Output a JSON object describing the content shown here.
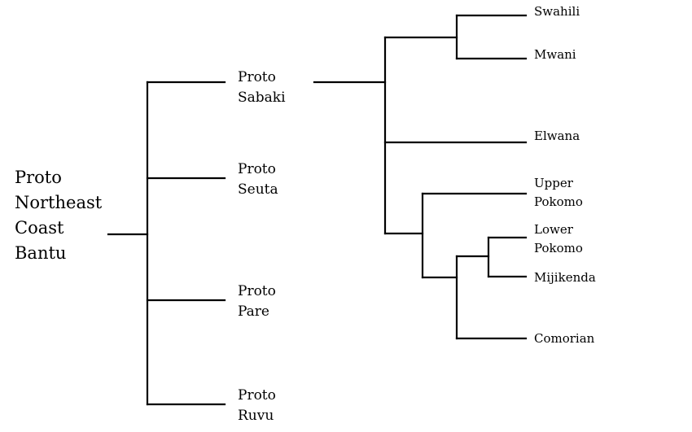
{
  "diagram": {
    "root": {
      "lines": [
        "Proto",
        "Northeast",
        "Coast",
        "Bantu"
      ]
    },
    "proto_groups": [
      {
        "lines": [
          "Proto",
          "Sabaki"
        ]
      },
      {
        "lines": [
          "Proto",
          "Seuta"
        ]
      },
      {
        "lines": [
          "Proto",
          "Pare"
        ]
      },
      {
        "lines": [
          "Proto",
          "Ruvu"
        ]
      }
    ],
    "languages": [
      {
        "lines": [
          "Swahili"
        ]
      },
      {
        "lines": [
          "Mwani"
        ]
      },
      {
        "lines": [
          "Elwana"
        ]
      },
      {
        "lines": [
          "Upper",
          "Pokomo"
        ]
      },
      {
        "lines": [
          "Lower",
          "Pokomo"
        ]
      },
      {
        "lines": [
          "Mijikenda"
        ]
      },
      {
        "lines": [
          "Comorian"
        ]
      }
    ]
  }
}
